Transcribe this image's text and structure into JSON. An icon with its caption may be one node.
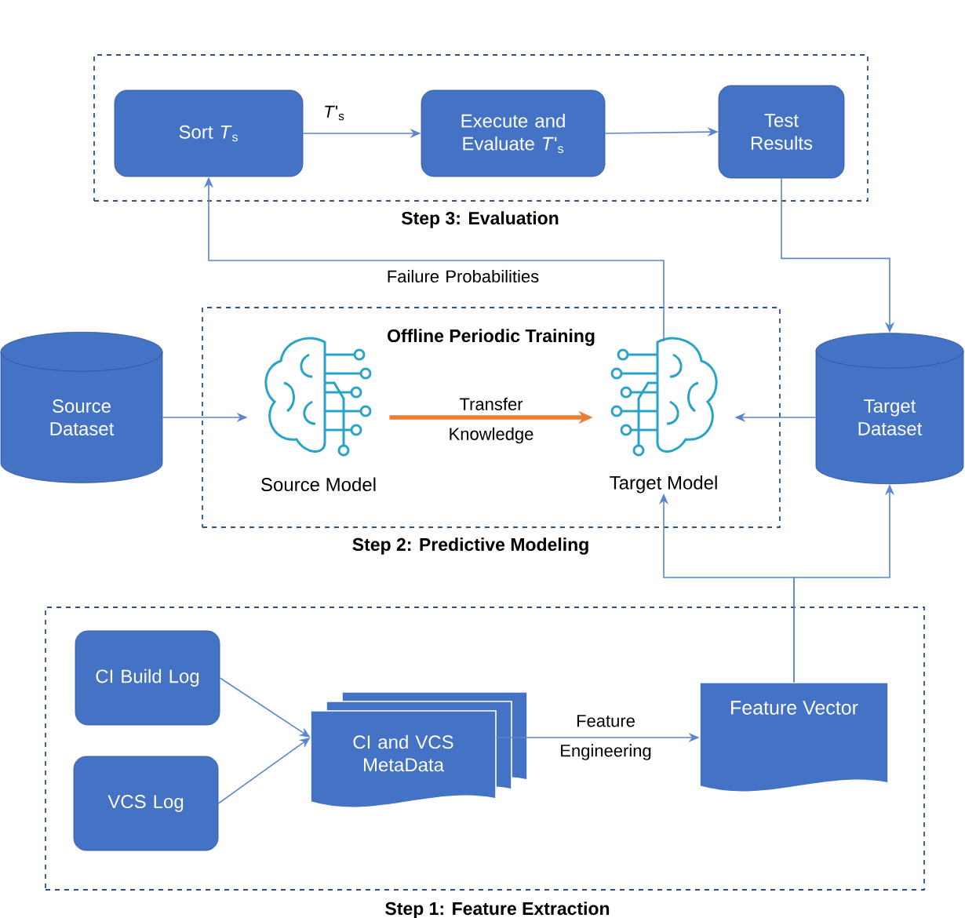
{
  "diagram": {
    "nodes": [
      {
        "text": [
          "Step 3: Evaluation"
        ]
      },
      {
        "text": [
          "Sort *T*$_{s}$"
        ],
        "in": 0
      },
      {
        "text": [
          "Execute and Evaluate *T*'$_{s}$"
        ],
        "in": 0
      },
      {
        "text": [
          "Test Results"
        ],
        "in": 0
      },
      {
        "text": [
          "Offline Periodic Training",
          "Step 2: Predictive Modeling"
        ]
      },
      {
        "text": [
          "Source Model"
        ],
        "in": 4
      },
      {
        "text": [
          "Target Model"
        ],
        "in": 4
      },
      {
        "text": [
          "Source Dataset"
        ]
      },
      {
        "text": [
          "Target Dataset"
        ]
      },
      {
        "text": [
          "Step 1: Feature Extraction"
        ]
      },
      {
        "text": [
          "CI Build Log"
        ],
        "in": 9
      },
      {
        "text": [
          "VCS Log"
        ],
        "in": 9
      },
      {
        "text": [
          "CI and VCS MetaData"
        ],
        "in": 9
      },
      {
        "text": [
          "Feature Vector"
        ],
        "in": 9
      }
    ],
    "edges": [
      {
        "from": 1,
        "to": 2,
        "arrow": "to",
        "label": "*T*'$_{s}$"
      },
      {
        "from": 2,
        "to": 3,
        "arrow": "to"
      },
      {
        "from": 3,
        "to": 8,
        "arrow": "to"
      },
      {
        "from": 6,
        "to": 1,
        "arrow": "to",
        "label": "Failure Probabilities"
      },
      {
        "from": 7,
        "to": 5,
        "arrow": "to"
      },
      {
        "from": 5,
        "to": 6,
        "arrow": "to",
        "label": "Transfer Knowledge",
        "style": "thick",
        "color": "#ed7d31"
      },
      {
        "from": 8,
        "to": 6,
        "arrow": "to"
      },
      {
        "from": 13,
        "to": 6,
        "arrow": "to"
      },
      {
        "from": 13,
        "to": 8,
        "arrow": "to"
      },
      {
        "from": 10,
        "to": 12,
        "arrow": "to"
      },
      {
        "from": 11,
        "to": 12,
        "arrow": "to"
      },
      {
        "from": 12,
        "to": 13,
        "arrow": "to",
        "label": "Feature Engineering"
      }
    ]
  }
}
